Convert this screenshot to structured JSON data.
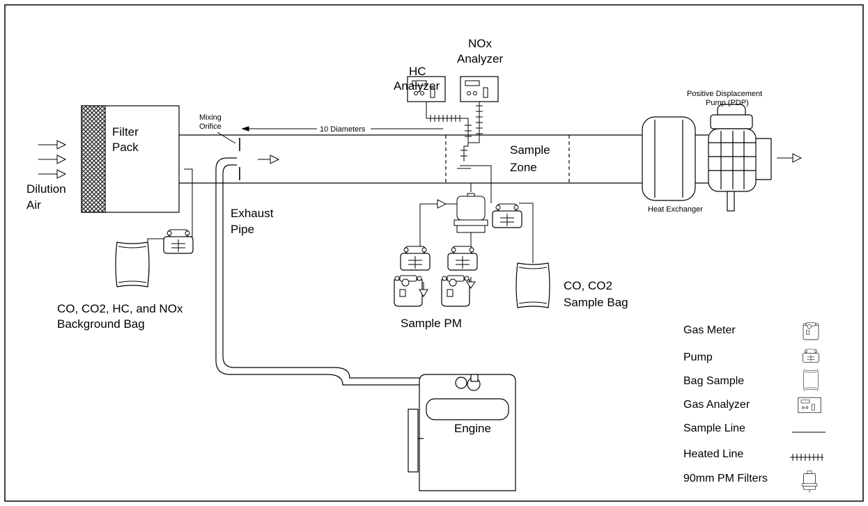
{
  "diagram": {
    "labels": {
      "dilution_air_1": "Dilution",
      "dilution_air_2": "Air",
      "filter_pack_1": "Filter",
      "filter_pack_2": "Pack",
      "mixing_orifice_1": "Mixing",
      "mixing_orifice_2": "Orifice",
      "ten_diameters": "10 Diameters",
      "hc_analyzer_1": "HC",
      "hc_analyzer_2": "Analyzer",
      "nox_analyzer_1": "NOx",
      "nox_analyzer_2": "Analyzer",
      "sample_zone_1": "Sample",
      "sample_zone_2": "Zone",
      "pdp_1": "Positive Displacement",
      "pdp_2": "Pump (PDP)",
      "heat_exchanger": "Heat Exchanger",
      "exhaust_pipe_1": "Exhaust",
      "exhaust_pipe_2": "Pipe",
      "background_bag_1": "CO, CO2, HC, and NOx",
      "background_bag_2": "Background Bag",
      "sample_pm": "Sample PM",
      "co_bag_1": "CO, CO2",
      "co_bag_2": "Sample Bag",
      "engine": "Engine"
    },
    "legend": [
      {
        "label": "Gas Meter",
        "icon": "gas-meter-icon"
      },
      {
        "label": "Pump",
        "icon": "pump-icon"
      },
      {
        "label": "Bag Sample",
        "icon": "bag-sample-icon"
      },
      {
        "label": "Gas Analyzer",
        "icon": "gas-analyzer-icon"
      },
      {
        "label": "Sample Line",
        "icon": "sample-line-icon"
      },
      {
        "label": "Heated Line",
        "icon": "heated-line-icon"
      },
      {
        "label": "90mm PM Filters",
        "icon": "pm-filter-icon"
      }
    ],
    "colors": {
      "stroke": "#000000",
      "background": "#ffffff",
      "hatch": "#333333"
    }
  }
}
